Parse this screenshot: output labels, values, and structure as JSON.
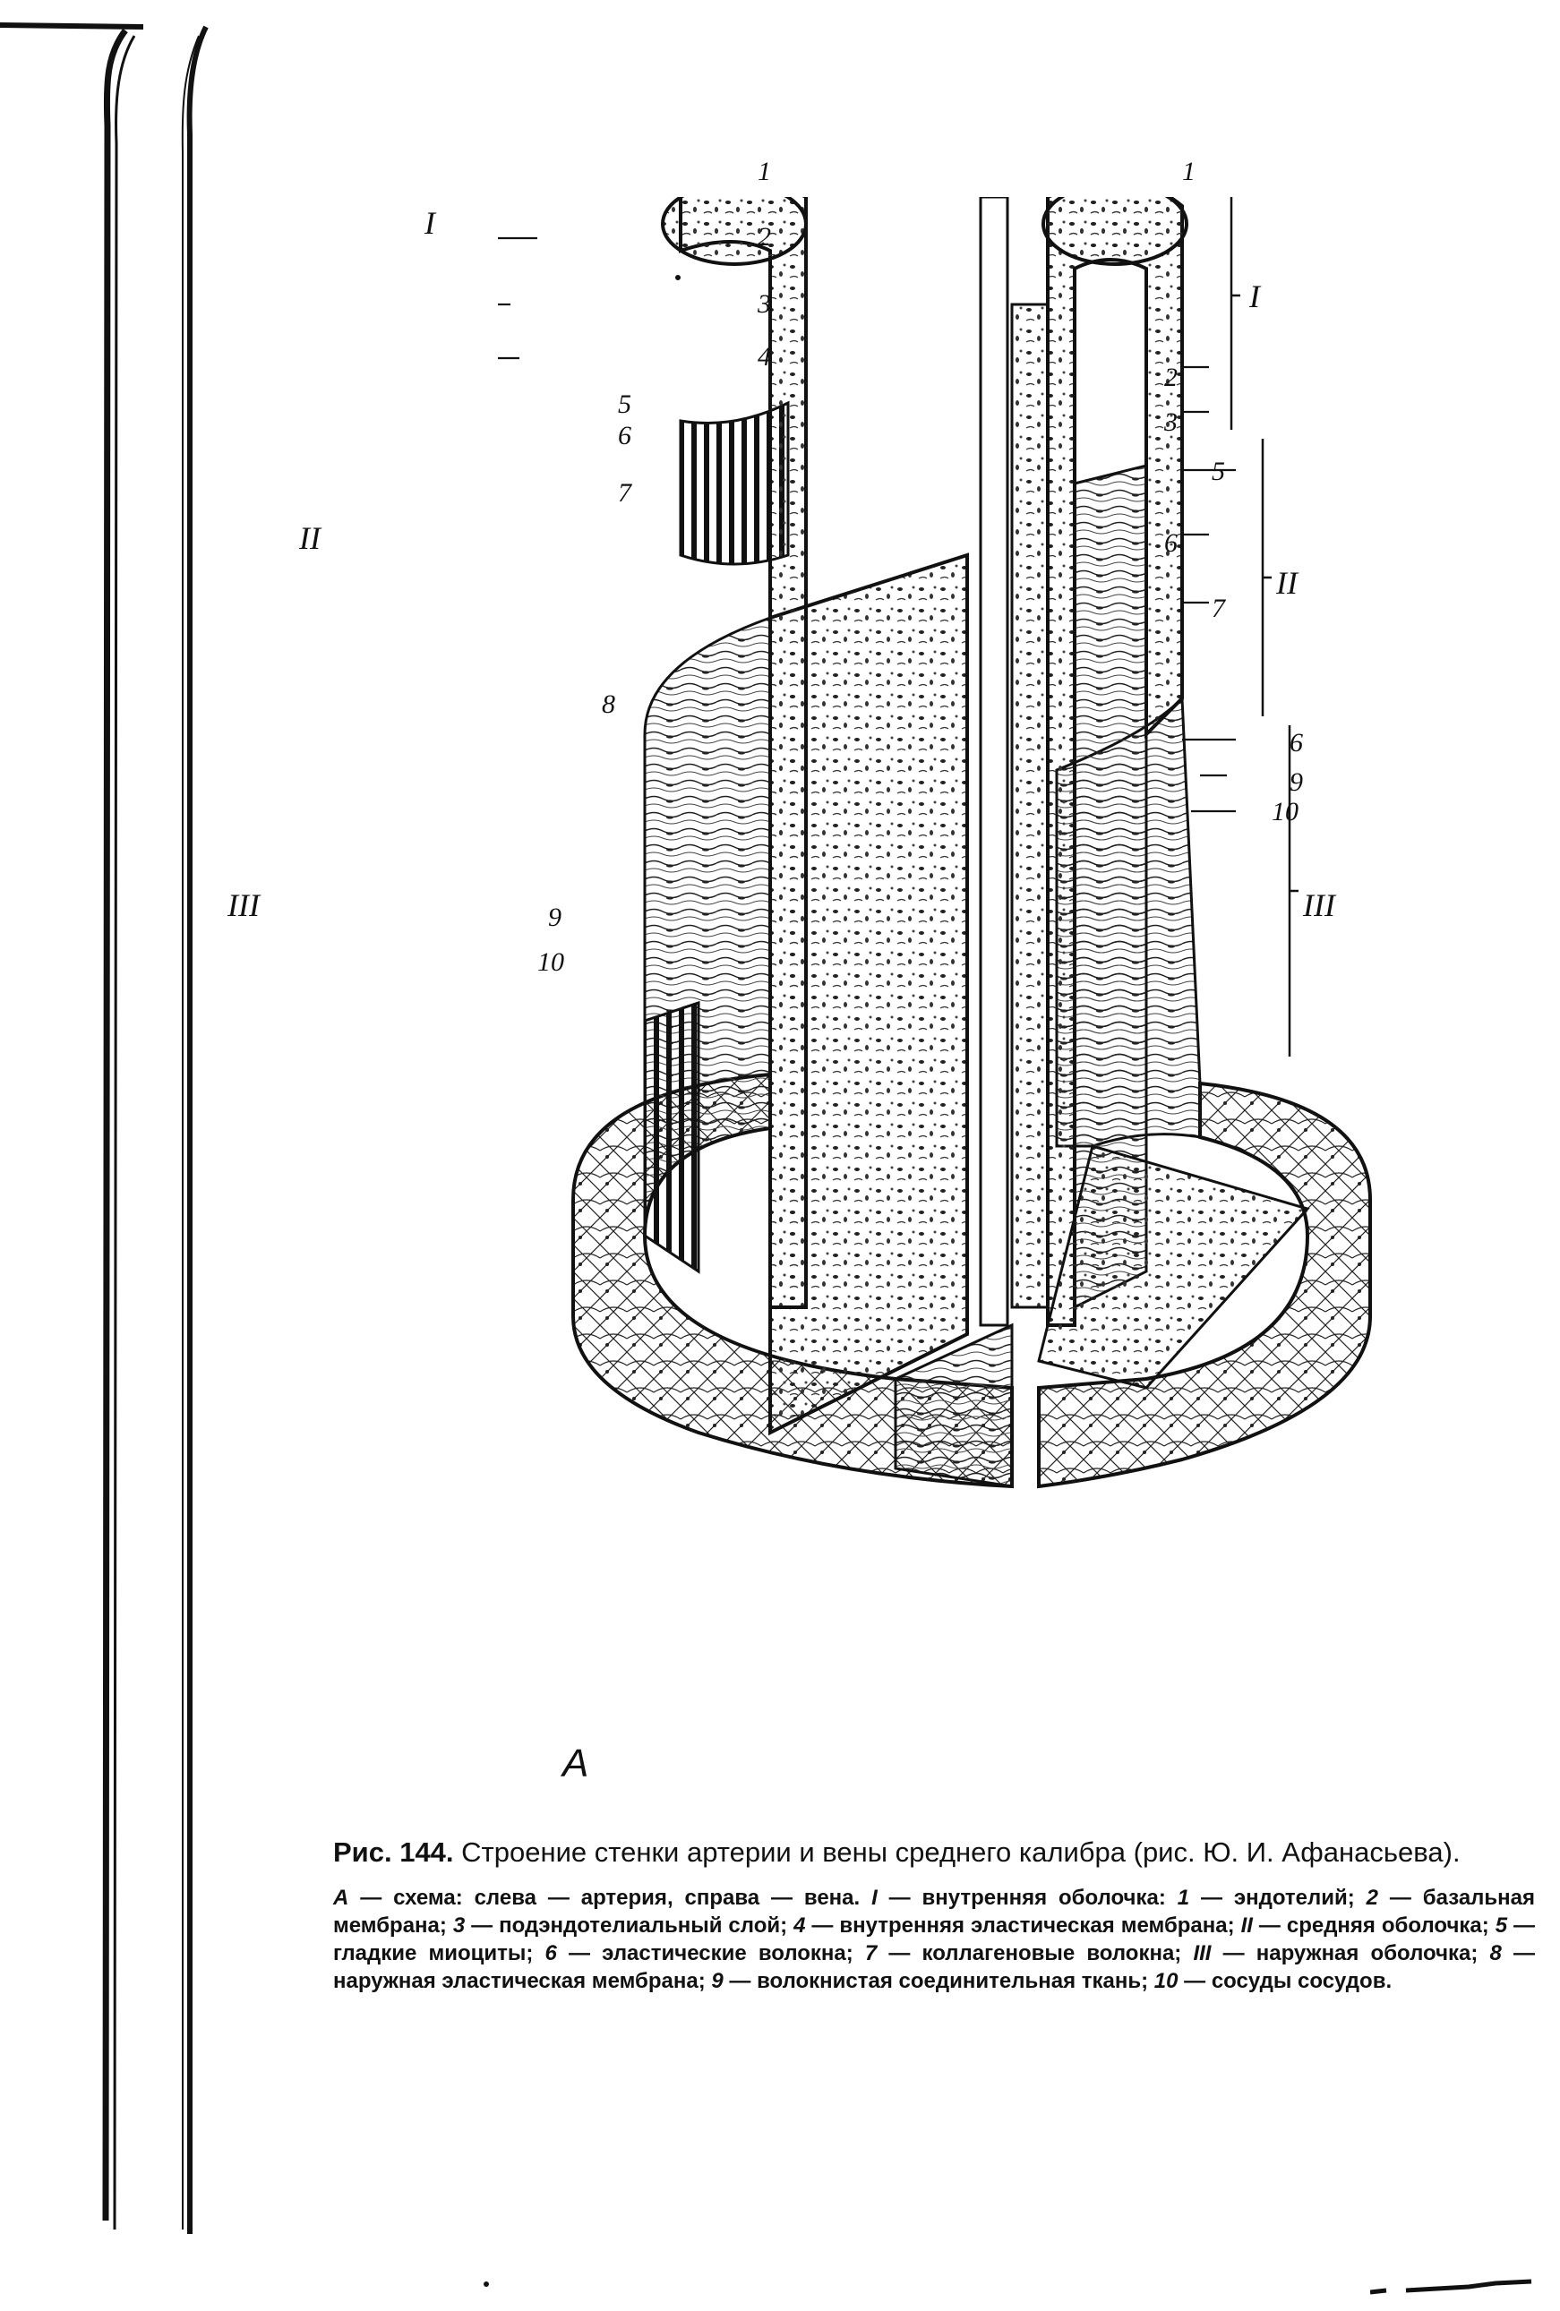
{
  "figure": {
    "letter": "A",
    "labels_left": [
      {
        "id": "1",
        "text": "1"
      },
      {
        "id": "2",
        "text": "2"
      },
      {
        "id": "3",
        "text": "3"
      },
      {
        "id": "4",
        "text": "4"
      },
      {
        "id": "5",
        "text": "5"
      },
      {
        "id": "6",
        "text": "6"
      },
      {
        "id": "7",
        "text": "7"
      },
      {
        "id": "8",
        "text": "8"
      },
      {
        "id": "9",
        "text": "9"
      },
      {
        "id": "10",
        "text": "10"
      }
    ],
    "labels_right": [
      {
        "id": "1",
        "text": "1"
      },
      {
        "id": "2",
        "text": "2"
      },
      {
        "id": "3",
        "text": "3"
      },
      {
        "id": "5",
        "text": "5"
      },
      {
        "id": "6a",
        "text": "6"
      },
      {
        "id": "7",
        "text": "7"
      },
      {
        "id": "6b",
        "text": "6"
      },
      {
        "id": "9",
        "text": "9"
      },
      {
        "id": "10",
        "text": "10"
      }
    ],
    "brackets": {
      "left": [
        "I",
        "II",
        "III"
      ],
      "right": [
        "I",
        "II",
        "III"
      ]
    }
  },
  "caption": {
    "fig_label": "Рис. 144.",
    "title": "Строение стенки артерии и вены среднего калибра (рис. Ю. И. Афанасьева).",
    "legend": [
      {
        "num": "А",
        "text": "— схема: слева — артерия, справа — вена."
      },
      {
        "num": "I",
        "text": "— внутренняя оболочка:"
      },
      {
        "num": "1",
        "text": "— эндотелий;"
      },
      {
        "num": "2",
        "text": "— базальная мембрана;"
      },
      {
        "num": "3",
        "text": "— подэндотелиальный слой;"
      },
      {
        "num": "4",
        "text": "— внутренняя эластическая мембрана;"
      },
      {
        "num": "II",
        "text": "— средняя оболочка;"
      },
      {
        "num": "5",
        "text": "— гладкие миоциты;"
      },
      {
        "num": "6",
        "text": "— эластические волокна;"
      },
      {
        "num": "7",
        "text": "— коллагеновые волокна;"
      },
      {
        "num": "III",
        "text": "— наружная оболочка;"
      },
      {
        "num": "8",
        "text": "— наружная эластическая мембрана;"
      },
      {
        "num": "9",
        "text": "— волокнистая соединительная ткань;"
      },
      {
        "num": "10",
        "text": "— сосуды сосудов."
      }
    ]
  }
}
